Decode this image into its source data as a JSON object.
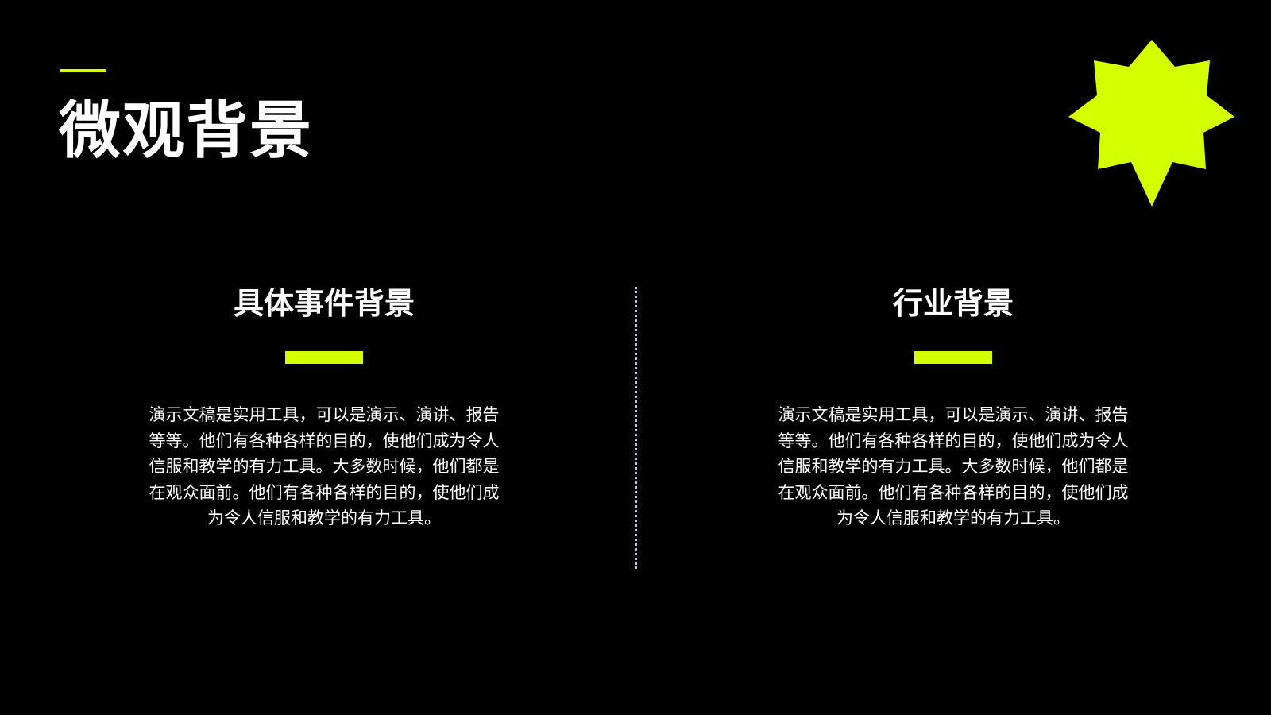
{
  "slide": {
    "title": "微观背景",
    "accent_color": "#d4ff00",
    "background_color": "#000000",
    "decoration_icon": "star-icon"
  },
  "columns": [
    {
      "title": "具体事件背景",
      "body_lines": [
        "演示文稿是实用工具，可以是演示、演讲、报告",
        "等等。他们有各种各样的目的，使他们成为令人",
        "信服和教学的有力工具。大多数时候，他们都是",
        "在观众面前。他们有各种各样的目的，使他们成",
        "为令人信服和教学的有力工具。"
      ]
    },
    {
      "title": "行业背景",
      "body_lines": [
        "演示文稿是实用工具，可以是演示、演讲、报告",
        "等等。他们有各种各样的目的，使他们成为令人",
        "信服和教学的有力工具。大多数时候，他们都是",
        "在观众面前。他们有各种各样的目的，使他们成",
        "为令人信服和教学的有力工具。"
      ]
    }
  ]
}
